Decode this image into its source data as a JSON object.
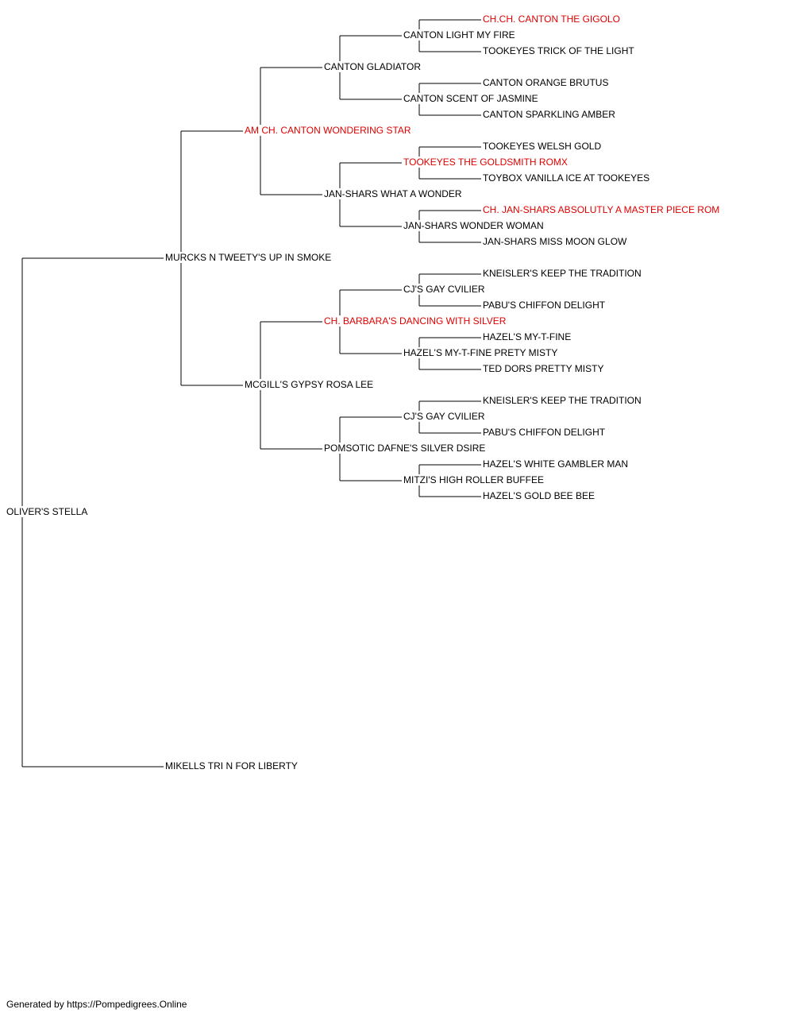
{
  "colors": {
    "normal": "#000000",
    "champion": "#e00000"
  },
  "pedigree": [
    {
      "id": "n1",
      "name": "OLIVER'S STELLA",
      "champion": false
    },
    {
      "id": "n2",
      "name": "MURCKS N TWEETY'S UP IN SMOKE",
      "champion": false
    },
    {
      "id": "n3",
      "name": "MIKELLS TRI N FOR LIBERTY",
      "champion": false
    },
    {
      "id": "n4",
      "name": "AM CH. CANTON WONDERING STAR",
      "champion": true
    },
    {
      "id": "n5",
      "name": "MCGILL'S GYPSY ROSA LEE",
      "champion": false
    },
    {
      "id": "n6",
      "name": "CANTON GLADIATOR",
      "champion": false
    },
    {
      "id": "n7",
      "name": "JAN-SHARS WHAT A WONDER",
      "champion": false
    },
    {
      "id": "n8",
      "name": "CH. BARBARA'S DANCING WITH SILVER",
      "champion": true
    },
    {
      "id": "n9",
      "name": "POMSOTIC DAFNE'S SILVER DSIRE",
      "champion": false
    },
    {
      "id": "n10",
      "name": "CANTON LIGHT MY FIRE",
      "champion": false
    },
    {
      "id": "n11",
      "name": "CANTON SCENT OF JASMINE",
      "champion": false
    },
    {
      "id": "n12",
      "name": "TOOKEYES THE GOLDSMITH ROMX",
      "champion": true
    },
    {
      "id": "n13",
      "name": "JAN-SHARS WONDER WOMAN",
      "champion": false
    },
    {
      "id": "n14",
      "name": "CJ'S GAY CVILIER",
      "champion": false
    },
    {
      "id": "n15",
      "name": "HAZEL'S MY-T-FINE PRETY MISTY",
      "champion": false
    },
    {
      "id": "n16",
      "name": "CJ'S GAY CVILIER",
      "champion": false
    },
    {
      "id": "n17",
      "name": "MITZI'S HIGH ROLLER BUFFEE",
      "champion": false
    },
    {
      "id": "n18",
      "name": "CH.CH. CANTON THE GIGOLO",
      "champion": true
    },
    {
      "id": "n19",
      "name": "TOOKEYES TRICK OF THE LIGHT",
      "champion": false
    },
    {
      "id": "n20",
      "name": "CANTON ORANGE BRUTUS",
      "champion": false
    },
    {
      "id": "n21",
      "name": "CANTON SPARKLING AMBER",
      "champion": false
    },
    {
      "id": "n22",
      "name": "TOOKEYES WELSH GOLD",
      "champion": false
    },
    {
      "id": "n23",
      "name": "TOYBOX VANILLA ICE AT TOOKEYES",
      "champion": false
    },
    {
      "id": "n24",
      "name": "CH. JAN-SHARS ABSOLUTLY A MASTER PIECE ROM",
      "champion": true
    },
    {
      "id": "n25",
      "name": "JAN-SHARS MISS MOON GLOW",
      "champion": false
    },
    {
      "id": "n26",
      "name": "KNEISLER'S KEEP THE TRADITION",
      "champion": false
    },
    {
      "id": "n27",
      "name": "PABU'S CHIFFON DELIGHT",
      "champion": false
    },
    {
      "id": "n28",
      "name": "HAZEL'S MY-T-FINE",
      "champion": false
    },
    {
      "id": "n29",
      "name": "TED DORS PRETTY MISTY",
      "champion": false
    },
    {
      "id": "n30",
      "name": "KNEISLER'S KEEP THE TRADITION",
      "champion": false
    },
    {
      "id": "n31",
      "name": "PABU'S CHIFFON DELIGHT",
      "champion": false
    },
    {
      "id": "n32",
      "name": "HAZEL'S WHITE GAMBLER MAN",
      "champion": false
    },
    {
      "id": "n33",
      "name": "HAZEL'S GOLD BEE BEE",
      "champion": false
    }
  ],
  "footer": "Generated by https://Pompedigrees.Online"
}
